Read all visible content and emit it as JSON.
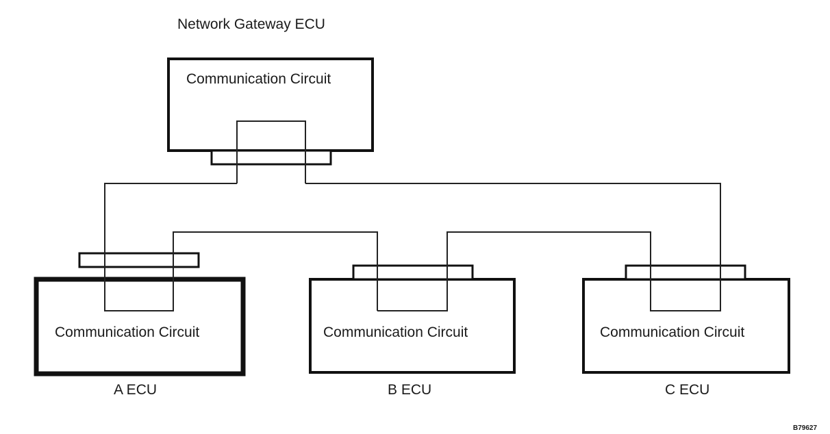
{
  "diagram": {
    "gateway": {
      "title": "Network Gateway ECU",
      "circuit_label": "Communication Circuit"
    },
    "ecus": [
      {
        "name": "A ECU",
        "circuit_label": "Communication Circuit"
      },
      {
        "name": "B ECU",
        "circuit_label": "Communication Circuit"
      },
      {
        "name": "C ECU",
        "circuit_label": "Communication Circuit"
      }
    ],
    "figure_code": "B79627"
  }
}
